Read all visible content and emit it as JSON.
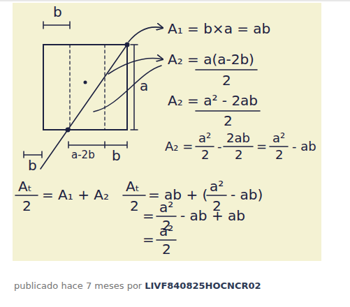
{
  "diagram": {
    "labels": [
      "b",
      "a",
      "a-2b",
      "b",
      "b",
      "A₁ = b×a = ab",
      "A₂ = a(a-2b)",
      "2",
      "A₂ = a² - 2ab",
      "2",
      "A₂ =",
      "a²",
      "2",
      "-",
      "2ab",
      "2",
      "=",
      "a²",
      "2",
      "- ab",
      "Aₜ",
      "2",
      "= A₁ + A₂",
      "Aₜ",
      "2",
      "= ab + (",
      "a²",
      "2",
      "- ab)",
      "=",
      "a²",
      "2",
      "- ab + ab",
      "=",
      "a²",
      "2",
      "publicado hace 7 meses por",
      "LIVF840825HOCNCR02"
    ]
  }
}
